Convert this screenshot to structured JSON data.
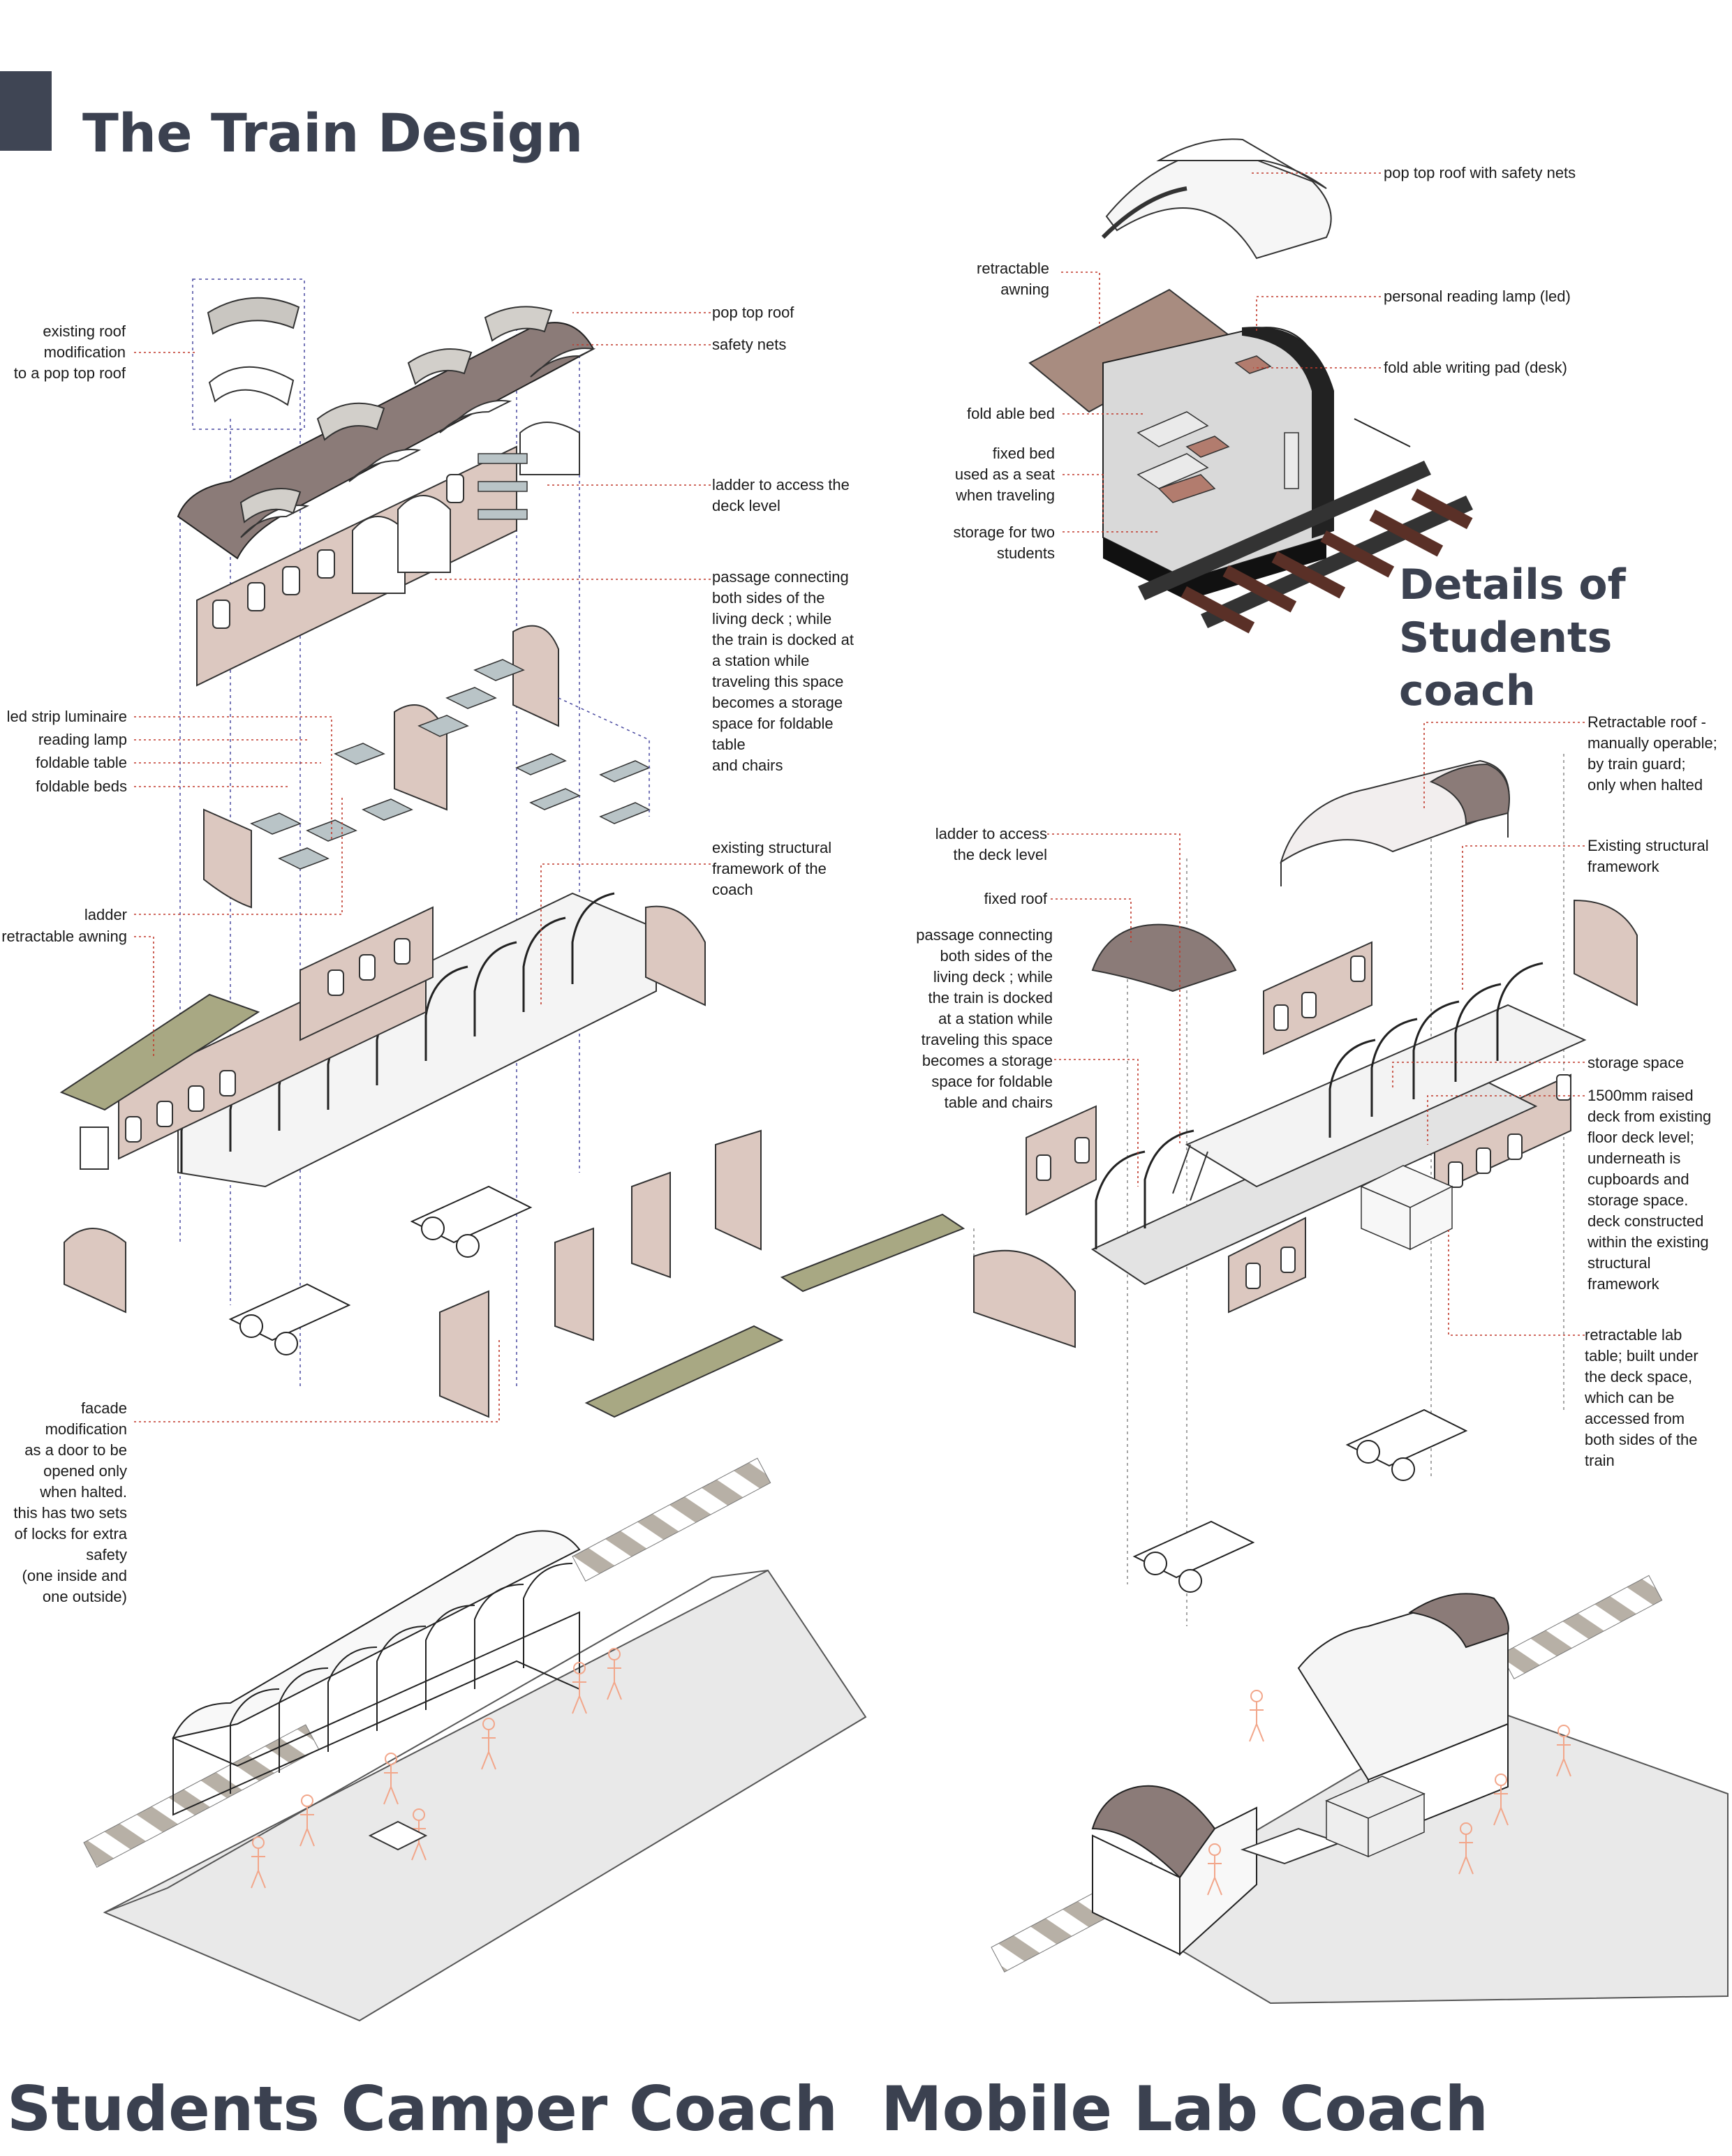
{
  "titles": {
    "main": "The Train Design",
    "details": "Details of\nStudents coach",
    "camper": "Students Camper Coach",
    "lab": "Mobile Lab Coach"
  },
  "camper_labels": {
    "existing_roof": "existing roof\nmodification\nto a pop top roof",
    "pop_top_roof": "pop top roof",
    "safety_nets": "safety nets",
    "ladder_deck": "ladder to access the\ndeck level",
    "passage": "passage connecting\nboth sides of the\nliving deck ;  while\nthe train is docked at\na station while\ntraveling this space\nbecomes a storage\nspace for foldable\ntable\nand chairs",
    "led_strip": "led strip luminaire",
    "reading_lamp": "reading lamp",
    "foldable_table": "foldable table",
    "foldable_beds": "foldable beds",
    "structural": "existing structural\nframework of the\ncoach",
    "ladder": "ladder",
    "retractable_awning": "retractable awning",
    "facade": "facade modification\nas a door to be\nopened only\nwhen halted.\nthis has two sets\nof locks for extra\nsafety\n(one inside and\none outside)"
  },
  "detail_labels": {
    "pop_top_roof_nets": "pop top roof with safety nets",
    "retractable_awning": "retractable\nawning",
    "reading_lamp": "personal reading lamp (led)",
    "writing_pad": "fold able writing pad (desk)",
    "fold_bed": "fold able bed",
    "fixed_bed": "fixed bed\nused as a seat\nwhen traveling",
    "storage": "storage for two\nstudents"
  },
  "lab_labels": {
    "retractable_roof": "Retractable roof -\nmanually operable;\nby train guard;\nonly when halted",
    "ladder_deck": "ladder to access\nthe deck level",
    "structural": "Existing structural\nframework",
    "fixed_roof": "fixed  roof",
    "passage": "passage connecting\nboth sides of the\nliving deck ;  while\nthe train is docked\nat a station while\ntraveling this space\nbecomes a storage\nspace for foldable\ntable and chairs",
    "storage_space": "storage space",
    "raised_deck": "1500mm raised\ndeck from existing\nfloor deck level;\nunderneath is\ncupboards and\nstorage space.\ndeck constructed\nwithin the existing\nstructural\nframework",
    "lab_table": "retractable lab\ntable; built under\nthe deck space,\nwhich can be\naccessed from\nboth sides of the\ntrain"
  },
  "colors": {
    "title": "#3b4150",
    "leader": "#c0392b",
    "roof_dark": "#8b7b78",
    "panel_pink": "#dcc8c0",
    "awning_olive": "#a8a883",
    "awning_brown": "#a88c80",
    "ground": "#e9e9e9",
    "people": "#f2a68a"
  }
}
